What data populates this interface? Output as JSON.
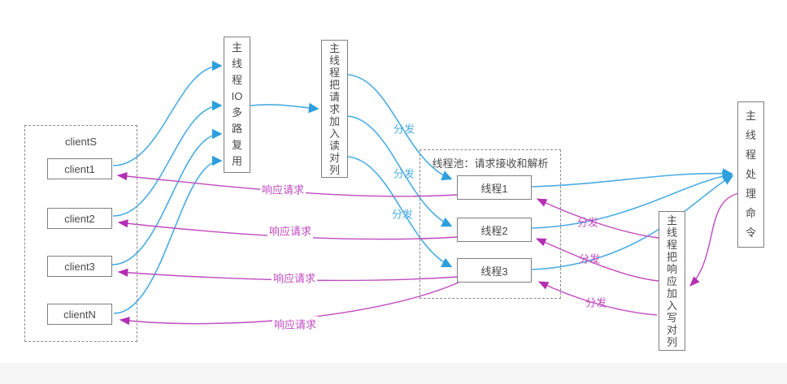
{
  "colors": {
    "blue_edge": "#4aace4",
    "blue_arrow": "#2d9fdd",
    "magenta_edge": "#c04ac0",
    "magenta_arrow": "#b42fb4",
    "box_border": "#7f7f7f",
    "dashed_border": "#8a8a8a"
  },
  "clients_panel": {
    "title": "clientS",
    "items": [
      {
        "label": "client1"
      },
      {
        "label": "client2"
      },
      {
        "label": "client3"
      },
      {
        "label": "clientN"
      }
    ]
  },
  "io_multiplex_box": {
    "lines": "主\n线\n程\nIO\n多\n路\n复\n用"
  },
  "read_queue_box": {
    "lines": "主\n线\n程\n把\n请\n求\n加\n入\n读\n对\n列"
  },
  "thread_pool": {
    "title": "线程池：请求接收和解析",
    "threads": [
      {
        "label": "线程1"
      },
      {
        "label": "线程2"
      },
      {
        "label": "线程3"
      }
    ]
  },
  "command_box": {
    "lines": "主\n线\n程\n处\n理\n命\n令"
  },
  "write_queue_box": {
    "lines": "主\n线\n程\n把\n响\n应\n加\n入\n写\n对\n列"
  },
  "edge_labels": {
    "dispatch": "分发",
    "respond": "响应请求"
  }
}
